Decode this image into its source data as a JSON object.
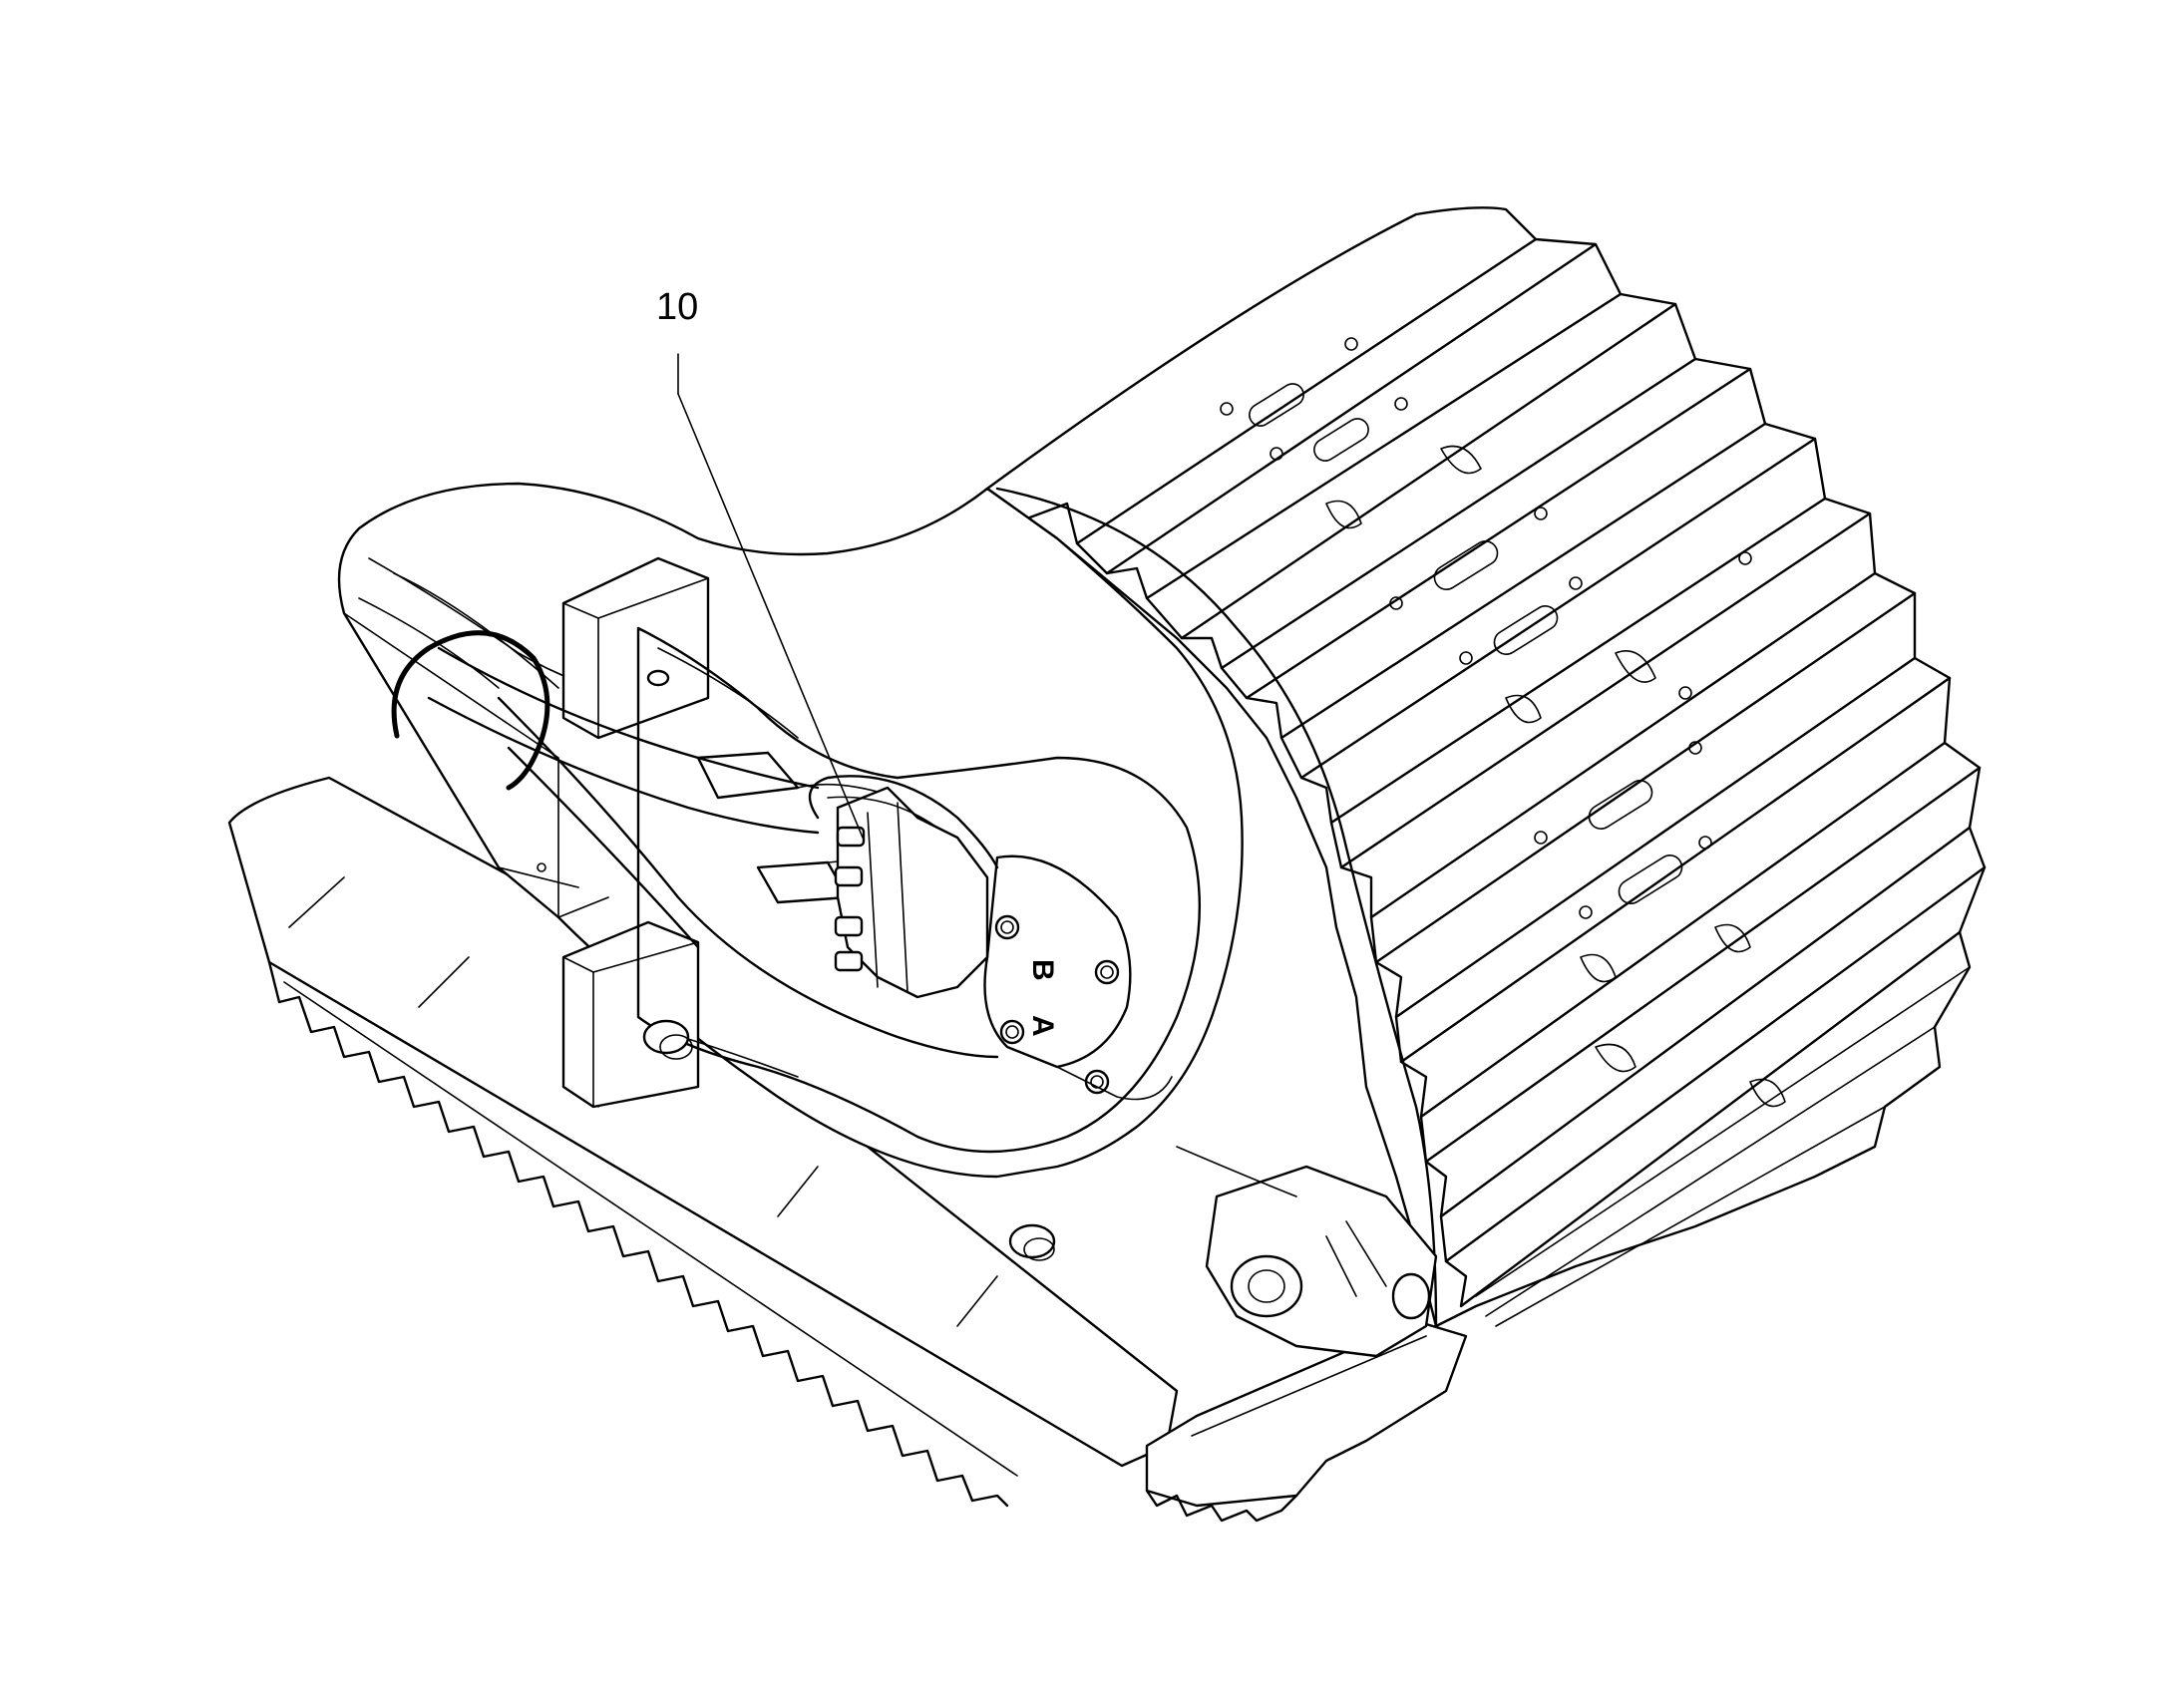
{
  "callout": {
    "number": "10"
  },
  "port_labels": {
    "port_b": "B",
    "port_a": "A"
  },
  "detail_marker": "circle-highlight",
  "colors": {
    "line": "#000000",
    "background": "#ffffff"
  }
}
